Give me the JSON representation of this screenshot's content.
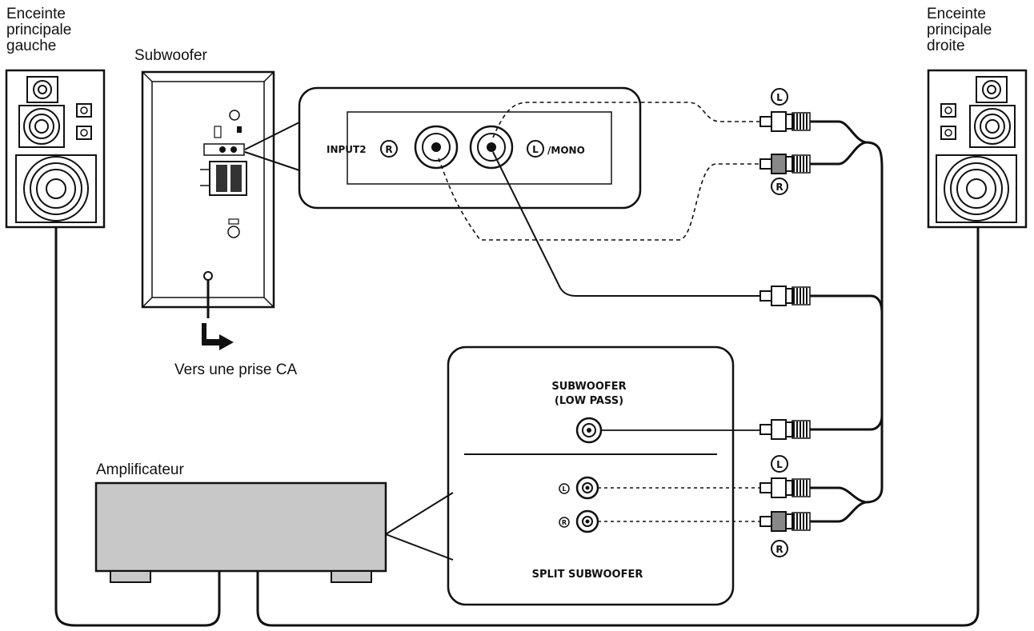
{
  "labels": {
    "left_speaker": [
      "Enceinte",
      "principale",
      "gauche"
    ],
    "right_speaker": [
      "Enceinte",
      "principale",
      "droite"
    ],
    "subwoofer": "Subwoofer",
    "ac_outlet": "Vers une prise CA",
    "amplifier": "Amplificateur"
  },
  "subwoofer_panel": {
    "input_label": "INPUT2",
    "right_jack": "R",
    "left_jack": "L",
    "mono_suffix": "/MONO"
  },
  "amp_panel": {
    "low_pass_title": [
      "SUBWOOFER",
      "(LOW PASS)"
    ],
    "split_title": "SPLIT SUBWOOFER",
    "left_jack": "L",
    "right_jack": "R"
  },
  "plug_markers": {
    "top_left": "L",
    "top_right": "R",
    "bottom_left": "L",
    "bottom_right": "R"
  }
}
